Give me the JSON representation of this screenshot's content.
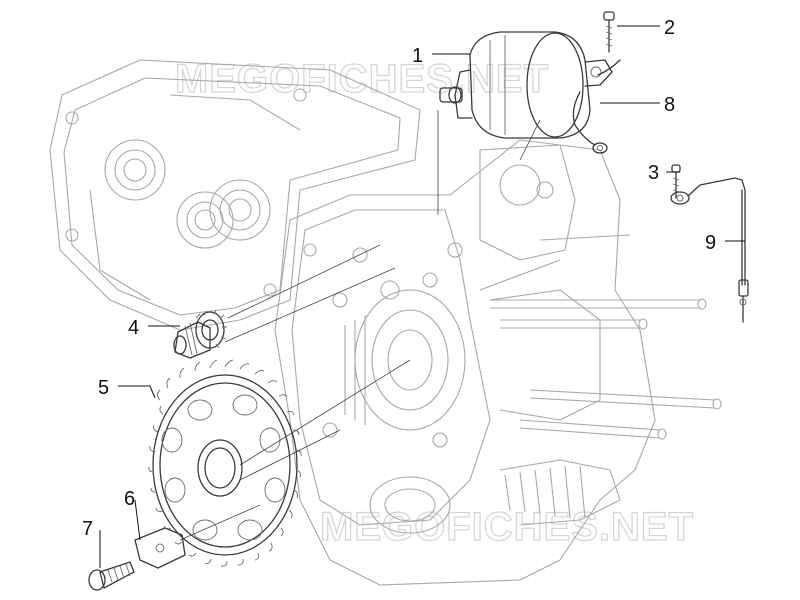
{
  "watermark": {
    "top": "MEGOFICHES.NET",
    "bottom": "MEGOFICHES.NET"
  },
  "callouts": {
    "c1": "1",
    "c2": "2",
    "c3": "3",
    "c4": "4",
    "c5": "5",
    "c6": "6",
    "c7": "7",
    "c8": "8",
    "c9": "9"
  }
}
